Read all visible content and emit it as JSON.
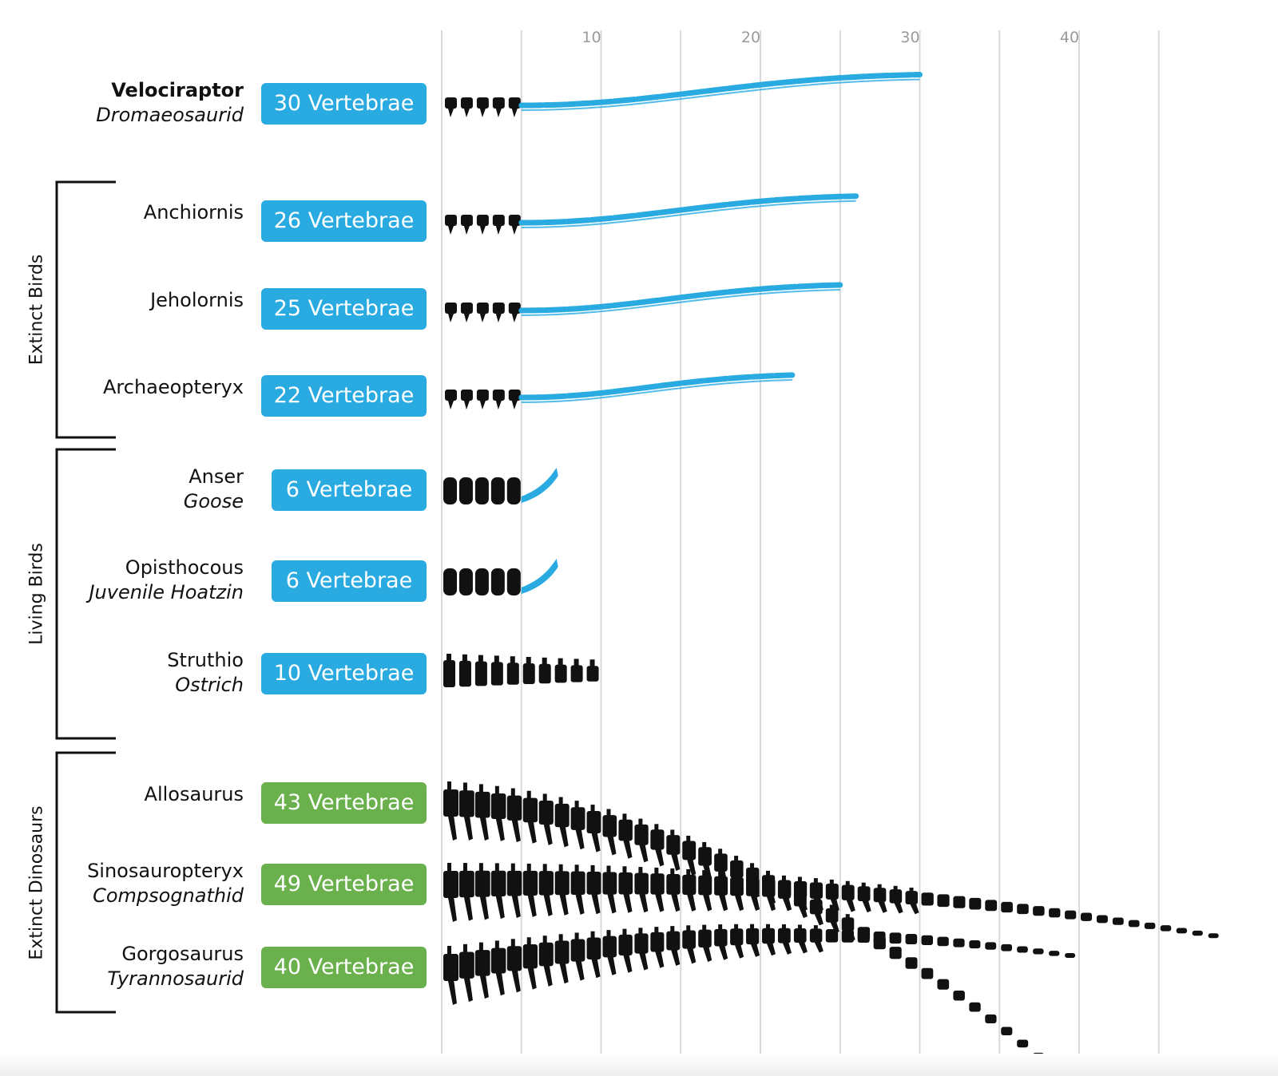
{
  "chart_data": {
    "type": "bar",
    "title": "",
    "xlabel": "",
    "ylabel": "",
    "xlim": [
      0,
      46
    ],
    "x_ticks": [
      10,
      20,
      30,
      40
    ],
    "grid": true,
    "unit_label": "Vertebrae",
    "categories": [
      "Velociraptor",
      "Anchiornis",
      "Jeholornis",
      "Archaeopteryx",
      "Anser",
      "Opisthocous",
      "Struthio",
      "Allosaurus",
      "Sinosauropteryx",
      "Gorgosaurus"
    ],
    "values": [
      30,
      26,
      25,
      22,
      6,
      6,
      10,
      43,
      49,
      40
    ],
    "rows": [
      {
        "name": "Velociraptor",
        "common": "Dromaeosaurid",
        "bold": true,
        "vertebrae": 30,
        "badge": "30 Vertebrae",
        "color": "#29abe2",
        "kind": "feathered",
        "group": null
      },
      {
        "name": "Anchiornis",
        "common": "",
        "bold": false,
        "vertebrae": 26,
        "badge": "26 Vertebrae",
        "color": "#29abe2",
        "kind": "feathered",
        "group": "Extinct Birds"
      },
      {
        "name": "Jeholornis",
        "common": "",
        "bold": false,
        "vertebrae": 25,
        "badge": "25 Vertebrae",
        "color": "#29abe2",
        "kind": "feathered",
        "group": "Extinct Birds"
      },
      {
        "name": "Archaeopteryx",
        "common": "",
        "bold": false,
        "vertebrae": 22,
        "badge": "22 Vertebrae",
        "color": "#29abe2",
        "kind": "feathered",
        "group": "Extinct Birds"
      },
      {
        "name": "Anser",
        "common": "Goose",
        "bold": false,
        "vertebrae": 6,
        "badge": "6 Vertebrae",
        "color": "#29abe2",
        "kind": "pygostyle",
        "group": "Living Birds"
      },
      {
        "name": "Opisthocous",
        "common": "Juvenile Hoatzin",
        "bold": false,
        "vertebrae": 6,
        "badge": "6 Vertebrae",
        "color": "#29abe2",
        "kind": "pygostyle",
        "group": "Living Birds"
      },
      {
        "name": "Struthio",
        "common": "Ostrich",
        "bold": false,
        "vertebrae": 10,
        "badge": "10 Vertebrae",
        "color": "#29abe2",
        "kind": "stubby",
        "group": "Living Birds"
      },
      {
        "name": "Allosaurus",
        "common": "",
        "bold": false,
        "vertebrae": 43,
        "badge": "43 Vertebrae",
        "color": "#6ab04c",
        "kind": "dinosaur",
        "group": "Extinct Dinosaurs"
      },
      {
        "name": "Sinosauropteryx",
        "common": "Compsognathid",
        "bold": false,
        "vertebrae": 49,
        "badge": "49 Vertebrae",
        "color": "#6ab04c",
        "kind": "dinosaur",
        "group": "Extinct Dinosaurs"
      },
      {
        "name": "Gorgosaurus",
        "common": "Tyrannosaurid",
        "bold": false,
        "vertebrae": 40,
        "badge": "40 Vertebrae",
        "color": "#6ab04c",
        "kind": "dinosaur",
        "group": "Extinct Dinosaurs"
      }
    ],
    "groups": [
      {
        "label": "Extinct Birds"
      },
      {
        "label": "Living Birds"
      },
      {
        "label": "Extinct Dinosaurs"
      }
    ],
    "colors": {
      "bird_badge": "#29abe2",
      "dinosaur_badge": "#6ab04c",
      "bone": "#111111",
      "feather_tail": "#29abe2",
      "grid": "#d9d9d9"
    }
  }
}
